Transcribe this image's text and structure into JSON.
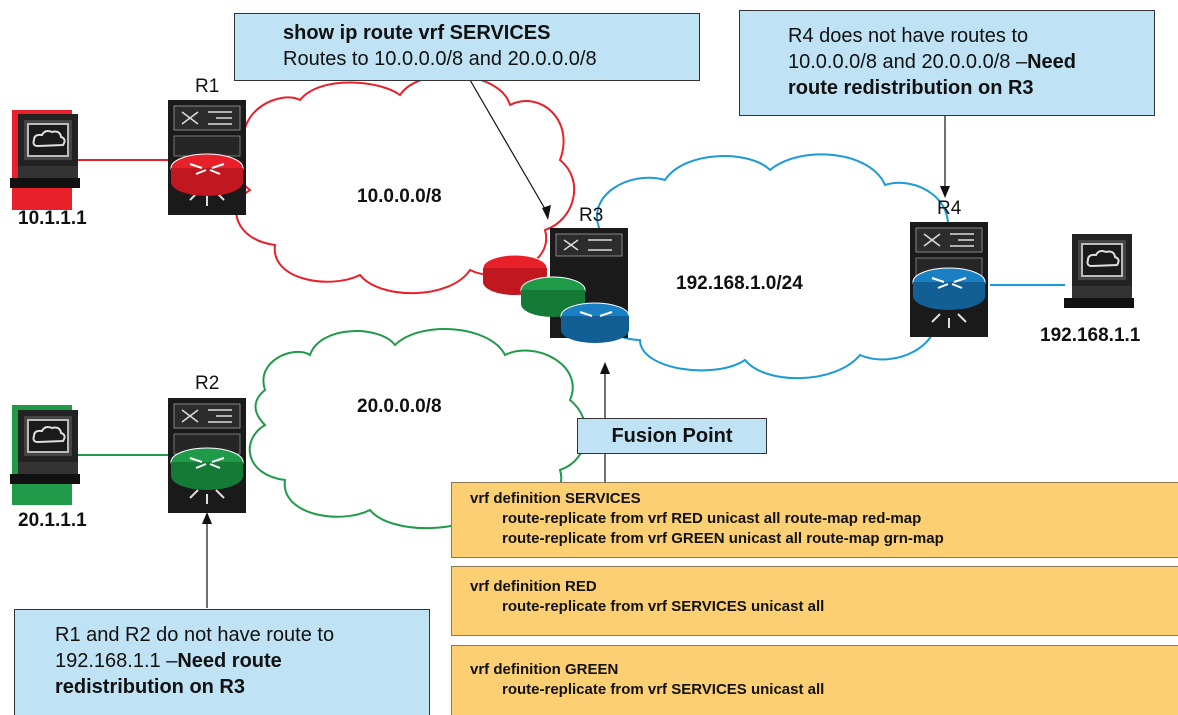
{
  "callouts": {
    "top": {
      "cmd": "show ip route vrf SERVICES",
      "text": "Routes to 10.0.0.0/8 and 20.0.0.0/8"
    },
    "r4": {
      "line1": "R4 does not have routes to",
      "line2_plain": "10.0.0.0/8 and 20.0.0.0/8 –",
      "line2_bold": "Need",
      "line3_bold": "route redistribution on R3"
    },
    "r1r2": {
      "line1": "R1 and R2 do not have route to",
      "line2_plain": "192.168.1.1 –",
      "line2_bold": "Need route",
      "line3_bold": "redistribution on R3"
    },
    "fusion": "Fusion Point"
  },
  "routers": {
    "r1": "R1",
    "r2": "R2",
    "r3": "R3",
    "r4": "R4"
  },
  "networks": {
    "red": "10.0.0.0/8",
    "green": "20.0.0.0/8",
    "blue": "192.168.1.0/24"
  },
  "hosts": {
    "red": "10.1.1.1",
    "green": "20.1.1.1",
    "blue": "192.168.1.1"
  },
  "config": {
    "services": {
      "header": "vrf definition SERVICES",
      "lines": [
        "route-replicate from vrf RED unicast all route-map red-map",
        "route-replicate from vrf GREEN unicast all route-map grn-map"
      ]
    },
    "red": {
      "header": "vrf definition RED",
      "lines": [
        "route-replicate from vrf SERVICES unicast all"
      ]
    },
    "green": {
      "header": "vrf definition GREEN",
      "lines": [
        "route-replicate from vrf SERVICES unicast all"
      ]
    }
  },
  "colors": {
    "red": "#e8202a",
    "green": "#1f9a48",
    "blue": "#1b9ad6",
    "callout": "#bfe3f5",
    "config": "#fccf73"
  }
}
